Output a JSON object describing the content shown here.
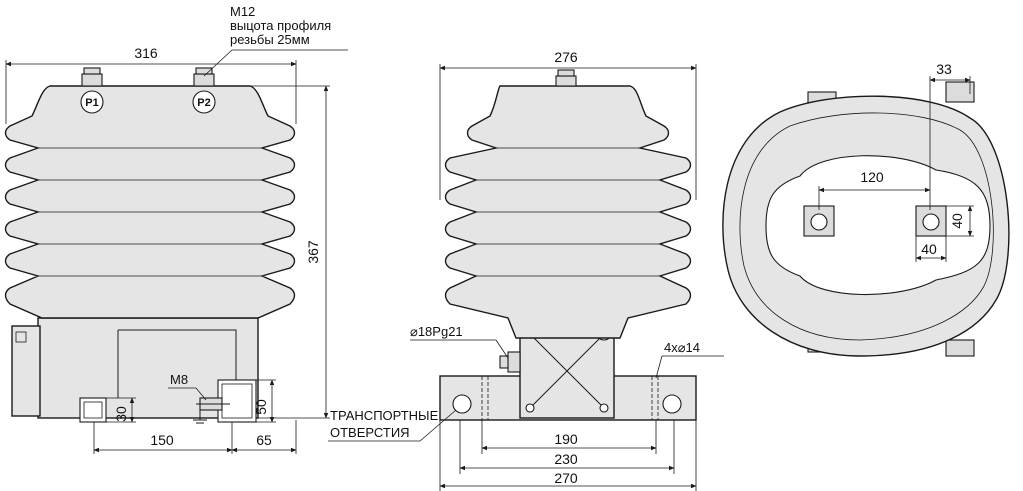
{
  "callouts": {
    "thread_line1": "M12",
    "thread_line2": "выцота профиля",
    "thread_line3": "резьбы 25мм",
    "ground_bolt": "M8",
    "cable_gland": "⌀18Pg21",
    "mount_holes": "4x⌀14",
    "transport_line1": "ТРАНСПОРТНЫЕ",
    "transport_line2": "ОТВЕРСТИЯ"
  },
  "terminals": {
    "p1": "P1",
    "p2": "P2"
  },
  "front_view": {
    "width": "316",
    "height": "367",
    "foot_offset": "150",
    "foot_end": "65",
    "foot_height": "30",
    "bracket_height": "50"
  },
  "side_view": {
    "width": "276",
    "hole_spacing_inner": "190",
    "hole_spacing_mid": "230",
    "base_length": "270"
  },
  "top_view": {
    "terminal_offset": "33",
    "terminal_spacing": "120",
    "pad_height": "40",
    "pad_width": "40"
  }
}
